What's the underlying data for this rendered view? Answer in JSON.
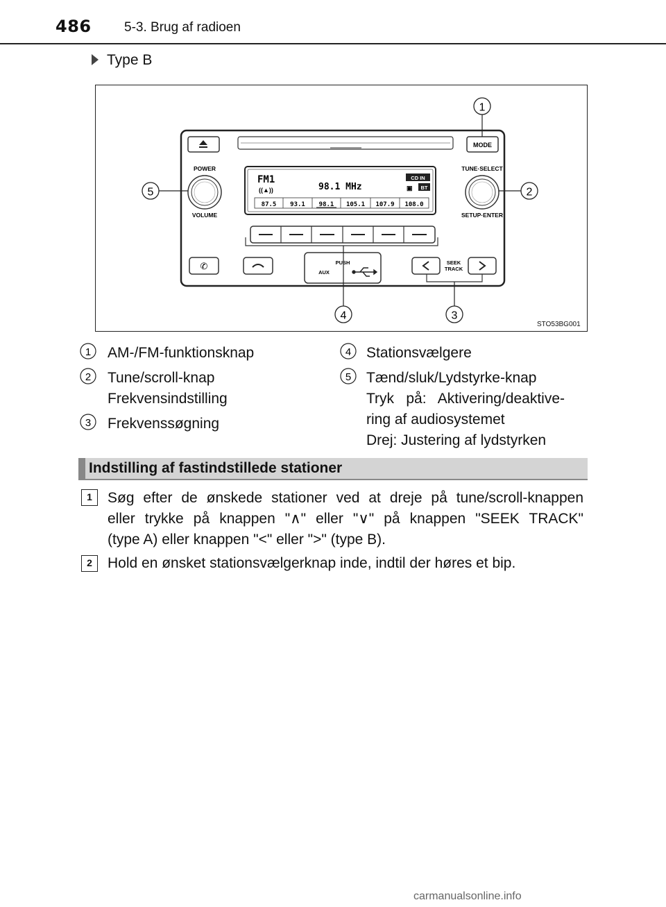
{
  "header": {
    "page_number": "486",
    "section": "5-3. Brug af radioen"
  },
  "subheading": "Type B",
  "figure": {
    "code": "STO53BG001",
    "labels": {
      "mode": "MODE",
      "power": "POWER",
      "volume": "VOLUME",
      "tune_select": "TUNE·SELECT",
      "setup_enter": "SETUP·ENTER",
      "push": "PUSH",
      "aux": "AUX",
      "seek": "SEEK",
      "track": "TRACK"
    },
    "display": {
      "band": "FM1",
      "frequency": "98.1  MHz",
      "cd_in": "CD IN",
      "bt": "BT",
      "presets": [
        "87.5",
        "93.1",
        "98.1",
        "105.1",
        "107.9",
        "108.0"
      ]
    },
    "callouts": [
      "1",
      "2",
      "3",
      "4",
      "5"
    ]
  },
  "legend": [
    {
      "n": "1",
      "lines": [
        "AM-/FM-funktionsknap"
      ]
    },
    {
      "n": "2",
      "lines": [
        "Tune/scroll-knap",
        "Frekvensindstilling"
      ]
    },
    {
      "n": "3",
      "lines": [
        "Frekvenssøgning"
      ]
    },
    {
      "n": "4",
      "lines": [
        "Stationsvælgere"
      ]
    },
    {
      "n": "5",
      "lines": [
        "Tænd/sluk/Lydstyrke-knap",
        "Tryk på: Aktivering/deaktive-",
        "ring af audiosystemet",
        "Drej: Justering af lydstyrken"
      ]
    }
  ],
  "section_heading": "Indstilling af fastindstillede stationer",
  "steps": [
    {
      "n": "1",
      "lines": [
        "Søg efter de ønskede stationer ved at dreje på tune/scroll-knappen",
        "eller trykke på knappen \"∧\" eller \"∨\" på knappen \"SEEK TRACK\"",
        "(type A) eller knappen \"<\" eller \">\" (type B)."
      ]
    },
    {
      "n": "2",
      "lines": [
        "Hold en ønsket stationsvælgerknap inde, indtil der høres et bip."
      ]
    }
  ],
  "watermark": "carmanualsonline.info"
}
